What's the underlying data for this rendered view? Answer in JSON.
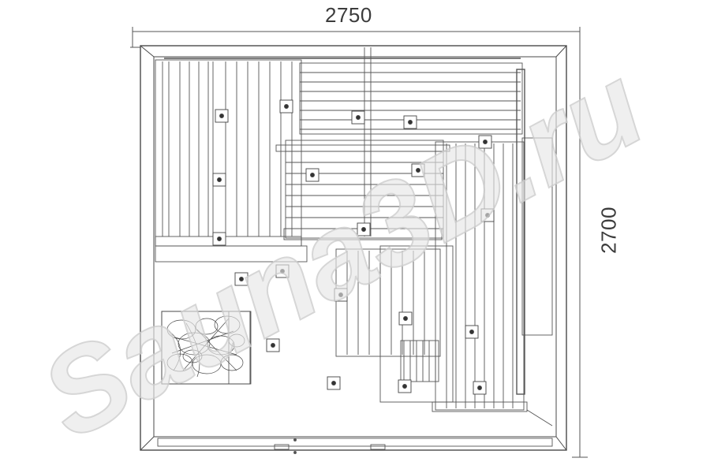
{
  "dimensions": {
    "width_label": "2750",
    "height_label": "2700"
  },
  "watermark": {
    "text": "Sauna3D.ru"
  },
  "colors": {
    "line": "#4a4a4a",
    "light_line": "#8a8a8a",
    "watermark_fill": "#e6e6e6",
    "watermark_stroke": "#cfcfcf"
  },
  "icons": {
    "light_fixture": "light-fixture-icon",
    "heater_stones": "heater-stones-icon"
  }
}
